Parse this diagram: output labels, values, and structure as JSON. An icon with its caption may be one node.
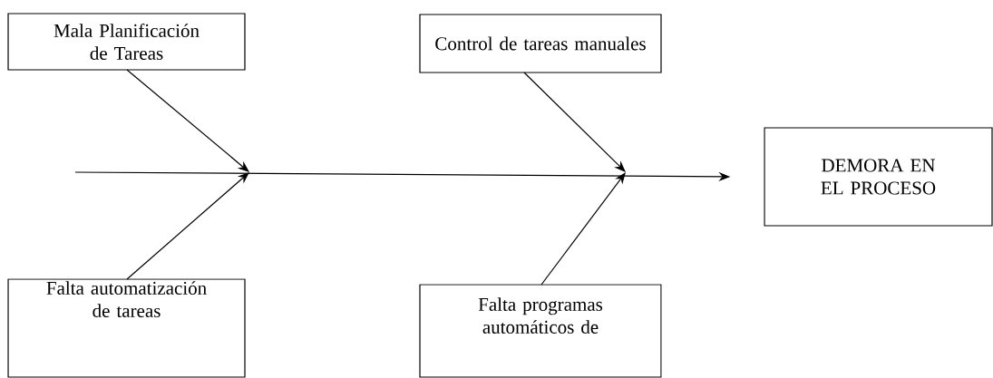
{
  "diagram": {
    "nodes": [
      {
        "text": [
          "Mala Planificación de Tareas"
        ]
      },
      {
        "text": [
          "Control de tareas manuales"
        ]
      },
      {
        "text": [
          "DEMORA EN EL PROCESO"
        ]
      },
      {
        "text": [
          "Falta automatización de tareas"
        ]
      },
      {
        "text": [
          "Falta programas automáticos de"
        ]
      }
    ],
    "edges": [
      {
        "from": null,
        "to": 2,
        "arrow": "to"
      },
      {
        "from": 0,
        "to": null,
        "arrow": "to"
      },
      {
        "from": 3,
        "to": null,
        "arrow": "to"
      },
      {
        "from": 1,
        "to": null,
        "arrow": "to"
      },
      {
        "from": 4,
        "to": null,
        "arrow": "to"
      }
    ]
  }
}
